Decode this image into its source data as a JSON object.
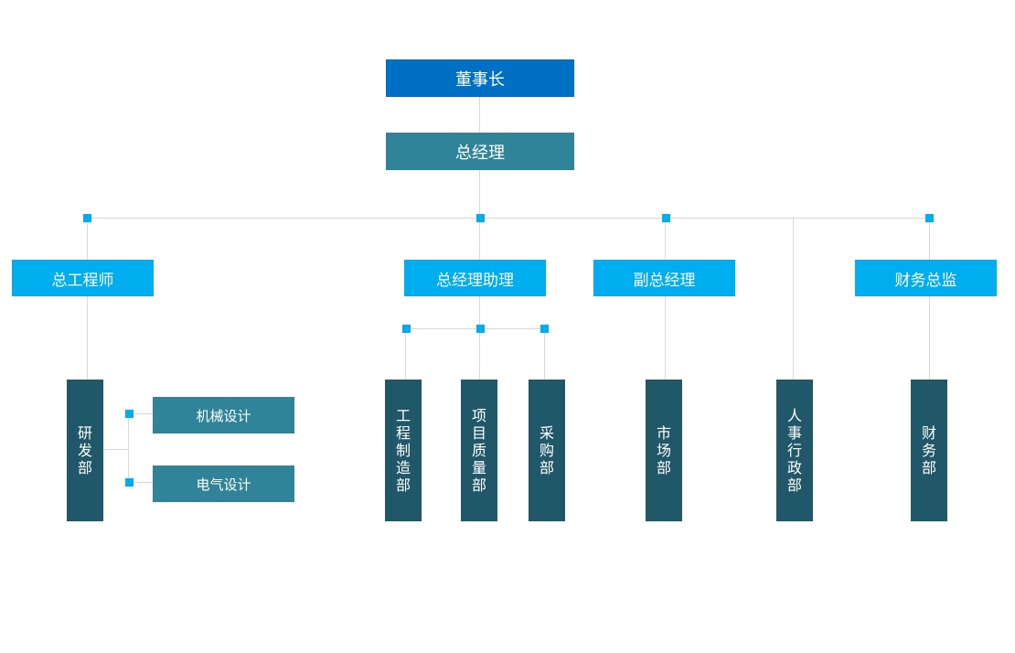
{
  "colors": {
    "chairman": "#0070c4",
    "general_manager": "#30849a",
    "level2": "#00aeef",
    "department": "#215869",
    "sub_department": "#2f8499",
    "connector": "#d9d9d9",
    "junction": "#00aeef"
  },
  "nodes": {
    "chairman": "董事长",
    "general_manager": "总经理",
    "chief_engineer": "总工程师",
    "gm_assistant": "总经理助理",
    "deputy_gm": "副总经理",
    "cfo": "财务总监",
    "rd_dept": "研发部",
    "mech_design": "机械设计",
    "elec_design": "电气设计",
    "manufacturing_dept": "工程制造部",
    "quality_dept": "项目质量部",
    "purchasing_dept": "采购部",
    "market_dept": "市场部",
    "hr_admin_dept": "人事行政部",
    "finance_dept": "财务部"
  }
}
